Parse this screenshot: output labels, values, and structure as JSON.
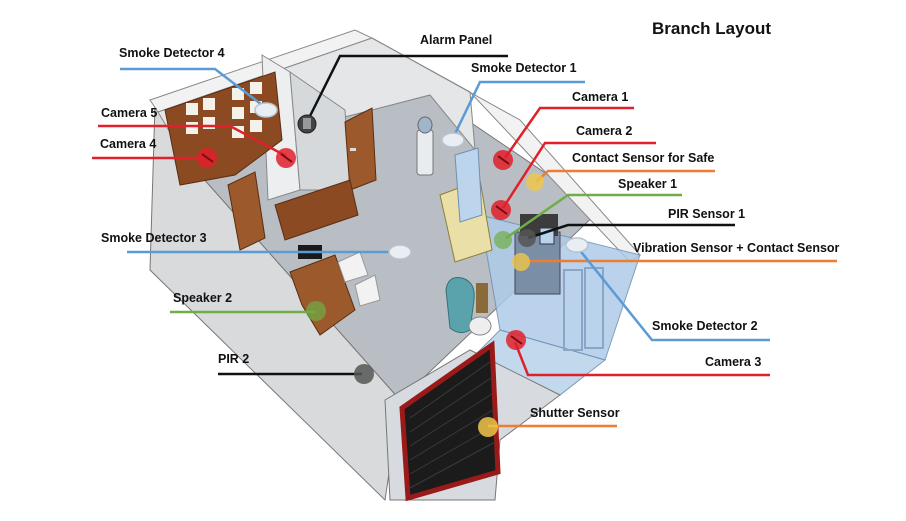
{
  "title": "Branch Layout",
  "colors": {
    "camera": "#e0202a",
    "smoke": "#5b9bd5",
    "speaker": "#70ad47",
    "contact": "#ed7d31",
    "black": "#111111"
  },
  "labels": {
    "smoke4": "Smoke Detector 4",
    "alarm": "Alarm Panel",
    "smoke1": "Smoke Detector 1",
    "camera5": "Camera 5",
    "camera1": "Camera 1",
    "camera4": "Camera 4",
    "camera2": "Camera 2",
    "contact_safe": "Contact Sensor for Safe",
    "speaker1": "Speaker 1",
    "pir1": "PIR Sensor 1",
    "smoke3": "Smoke Detector 3",
    "vibration": "Vibration Sensor + Contact Sensor",
    "speaker2": "Speaker 2",
    "smoke2": "Smoke Detector 2",
    "pir2": "PIR 2",
    "camera3": "Camera 3",
    "shutter": "Shutter Sensor"
  }
}
